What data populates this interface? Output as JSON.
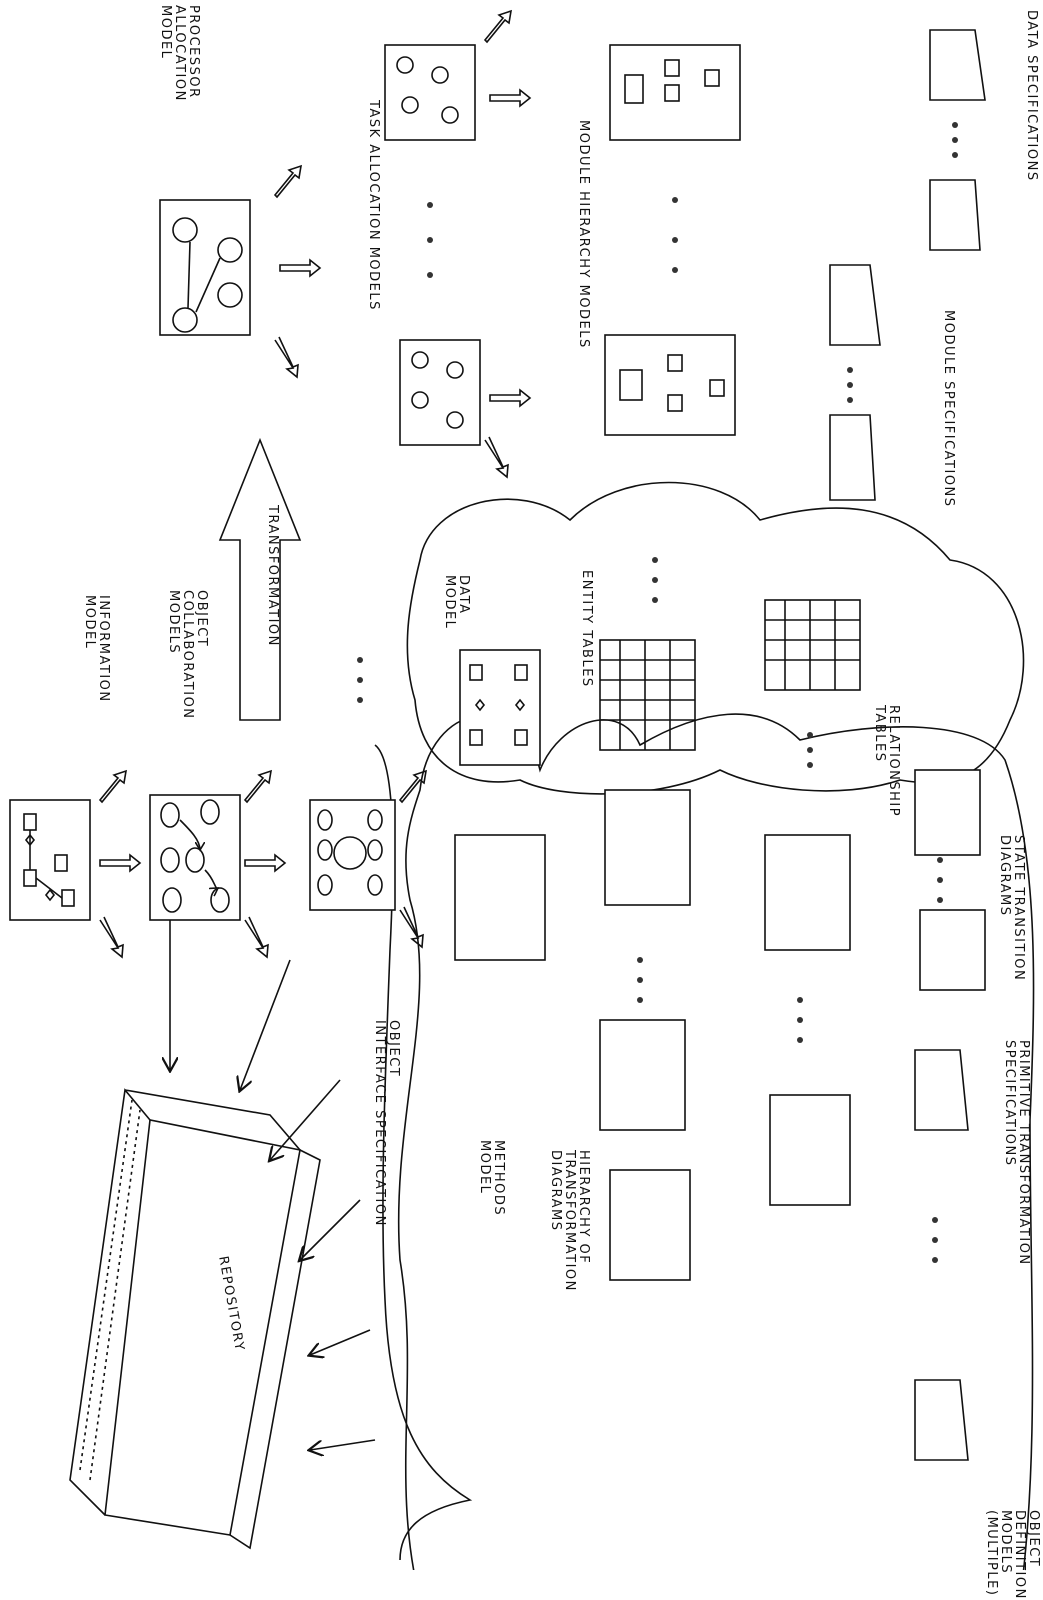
{
  "labels": {
    "information_model": [
      "INFORMATION",
      "MODEL"
    ],
    "object_collaboration_models": [
      "OBJECT",
      "COLLABORATION",
      "MODELS"
    ],
    "transformation": "TRANSFORMATION",
    "processor_allocation_model": [
      "PROCESSOR",
      "ALLOCATION",
      "MODEL"
    ],
    "task_allocation_models": "TASK   ALLOCATION   MODELS",
    "module_hierarchy_models": "MODULE   HIERARCHY   MODELS",
    "module_specifications": "MODULE  SPECIFICATIONS",
    "data_specifications": "DATA  SPECIFICATIONS",
    "data_model": [
      "DATA",
      "MODEL"
    ],
    "entity_tables": "ENTITY TABLES",
    "relationship_tables": [
      "RELATIONSHIP",
      "TABLES"
    ],
    "object_interface_specification": [
      "OBJECT",
      "INTERFACE SPECIFICATION"
    ],
    "methods_model": [
      "METHODS",
      "MODEL"
    ],
    "hierarchy_of_transformation_diagrams": [
      "HIERARCHY OF",
      "TRANSFORMATION",
      "DIAGRAMS"
    ],
    "state_transition_diagrams": [
      "STATE TRANSITION",
      "DIAGRAMS"
    ],
    "primitive_transformation_specifications": [
      "PRIMITIVE TRANSFORMATION",
      "SPECIFICATIONS"
    ],
    "object_definition_models": [
      "OBJECT",
      "DEFINITION",
      "MODELS",
      "(MULTIPLE)"
    ],
    "repository": "REPOSITORY"
  }
}
